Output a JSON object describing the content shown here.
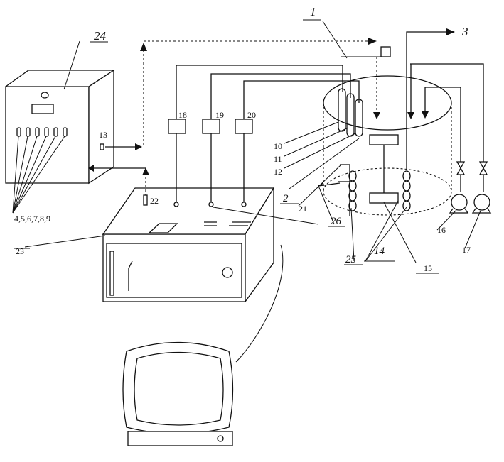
{
  "labels": {
    "l1": "1",
    "l2": "2",
    "l3": "3",
    "l10": "10",
    "l11": "11",
    "l12": "12",
    "l13": "13",
    "l14": "14",
    "l15": "15",
    "l16": "16",
    "l17": "17",
    "l18": "18",
    "l19": "19",
    "l20": "20",
    "l21": "21",
    "l22": "22",
    "l23": "23",
    "l24": "24",
    "l25": "25",
    "l26": "26",
    "l4_9": "4,5,6,7,8,9"
  }
}
